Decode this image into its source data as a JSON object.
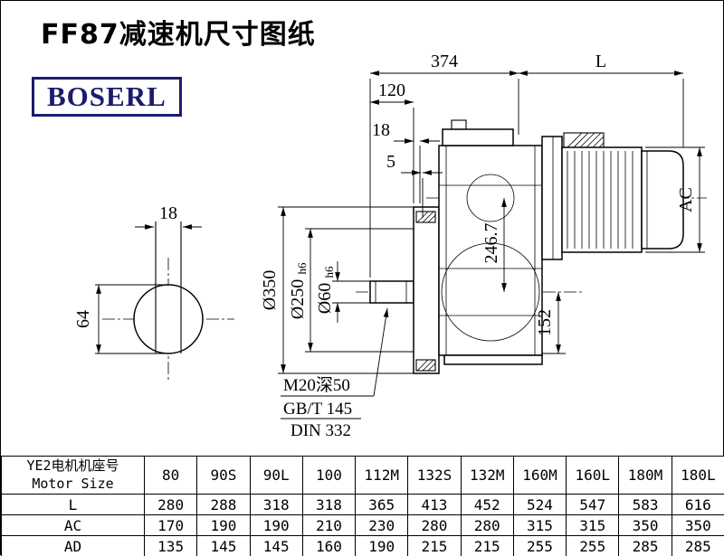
{
  "page": {
    "title": "FF87减速机尺寸图纸",
    "brand": "BOSERL"
  },
  "drawing": {
    "shaft_view": {
      "dim_width": "18",
      "dim_height": "64"
    },
    "main_view": {
      "dim_overall": "374",
      "dim_motor_length": "L",
      "dim_shaft_length": "120",
      "dim_flange_thickness": "18",
      "dim_gap": "5",
      "dim_center_height": "246.7",
      "dim_bottom": "152",
      "dim_motor_diameter": "AC",
      "dia_flange": "Ø350",
      "dia_spigot": "Ø250",
      "dia_spigot_tol": "h6",
      "dia_shaft": "Ø60",
      "dia_shaft_tol": "h6"
    },
    "notes": {
      "tap": "M20深50",
      "standard1": "GB/T 145",
      "standard2": "DIN 332"
    }
  },
  "table": {
    "header": {
      "cn": "YE2电机机座号",
      "en": "Motor Size"
    },
    "columns": [
      "80",
      "90S",
      "90L",
      "100",
      "112M",
      "132S",
      "132M",
      "160M",
      "160L",
      "180M",
      "180L"
    ],
    "rows": [
      {
        "label": "L",
        "values": [
          "280",
          "288",
          "318",
          "318",
          "365",
          "413",
          "452",
          "524",
          "547",
          "583",
          "616"
        ]
      },
      {
        "label": "AC",
        "values": [
          "170",
          "190",
          "190",
          "210",
          "230",
          "280",
          "280",
          "315",
          "315",
          "350",
          "350"
        ]
      },
      {
        "label": "AD",
        "values": [
          "135",
          "145",
          "145",
          "160",
          "190",
          "215",
          "215",
          "255",
          "255",
          "285",
          "285"
        ]
      }
    ]
  },
  "colors": {
    "ink": "#000000",
    "brand": "#1c1c6e",
    "background": "#ffffff"
  }
}
